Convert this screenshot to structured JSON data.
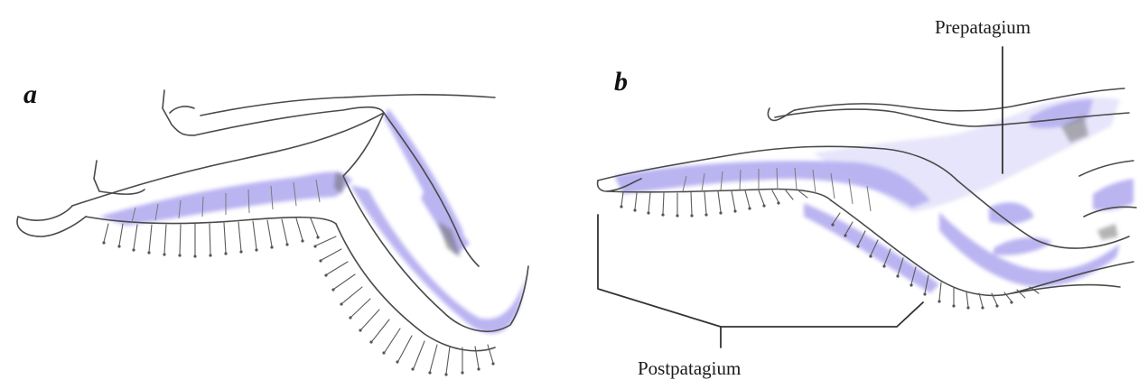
{
  "panels": {
    "a": {
      "letter": "a"
    },
    "b": {
      "letter": "b"
    }
  },
  "callouts": {
    "prepatagium": "Prepatagium",
    "postpatagium": "Postpatagium"
  },
  "colors": {
    "ink": "#4a4a4a",
    "feather_shading": "#b3acf0",
    "background": "#ffffff"
  }
}
